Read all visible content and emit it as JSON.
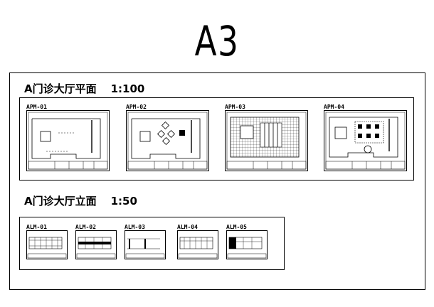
{
  "sheet": {
    "title": "A3"
  },
  "plan_group": {
    "heading": "A门诊大厅平面",
    "scale": "1:100",
    "sheets": [
      {
        "label": "APM-01",
        "variant": "floor"
      },
      {
        "label": "APM-02",
        "variant": "furniture"
      },
      {
        "label": "APM-03",
        "variant": "ceiling-grid"
      },
      {
        "label": "APM-04",
        "variant": "ceiling-lights"
      }
    ]
  },
  "elevation_group": {
    "heading": "A门诊大厅立面",
    "scale": "1:50",
    "sheets": [
      {
        "label": "ALM-01"
      },
      {
        "label": "ALM-02"
      },
      {
        "label": "ALM-03"
      },
      {
        "label": "ALM-04"
      },
      {
        "label": "ALM-05"
      }
    ]
  },
  "colors": {
    "line": "#000000",
    "background": "#ffffff",
    "watermark": "#7896c8"
  }
}
